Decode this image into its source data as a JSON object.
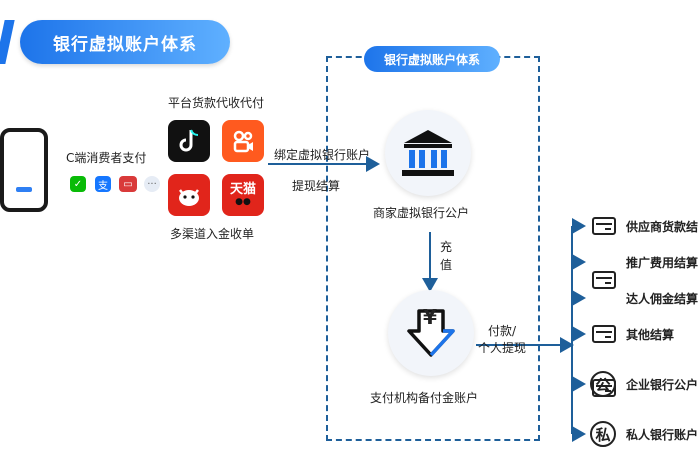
{
  "title_main": "银行虚拟账户体系",
  "title_box": "银行虚拟账户体系",
  "left": {
    "consumer_label": "C端消费者支付",
    "platform_label": "平台货款代收代付",
    "channels_label": "多渠道入金收单",
    "app_tmall": "天猫"
  },
  "arrow_labels": {
    "bind": "绑定虚拟银行账户",
    "withdraw": "提现结算",
    "recharge_1": "充",
    "recharge_2": "值",
    "pay_1": "付款/",
    "pay_2": "个人提现"
  },
  "nodes": {
    "merchant": "商家虚拟银行公户",
    "yen_symbol": "¥",
    "payment": "支付机构备付金账户"
  },
  "outputs": [
    {
      "label": "供应商货款结",
      "icon": "card"
    },
    {
      "label": "推广费用结算",
      "icon": "card"
    },
    {
      "label": "达人佣金结算",
      "icon": "card"
    },
    {
      "label": "其他结算",
      "icon": "card"
    },
    {
      "label": "企业银行公户",
      "icon": "公"
    },
    {
      "label": "私人银行账户",
      "icon": "私"
    }
  ],
  "colors": {
    "accent": "#1d74ea",
    "line": "#1e5f9a",
    "tiktok": "#111111",
    "kuaishou": "#ff5a1f",
    "jd": "#e1251b",
    "tmall": "#e1251b"
  }
}
